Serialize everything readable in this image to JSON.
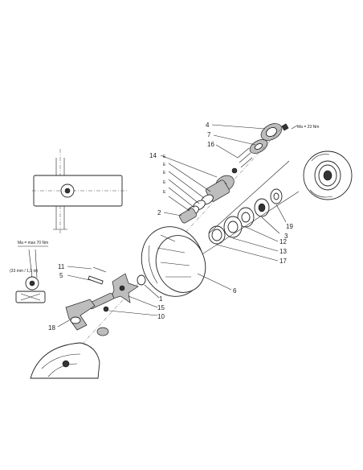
{
  "parts": [
    {
      "id": "p4",
      "label": "4"
    },
    {
      "id": "p7",
      "label": "7"
    },
    {
      "id": "p16",
      "label": "16"
    },
    {
      "id": "p14",
      "label": "14"
    },
    {
      "id": "p2",
      "label": "2"
    },
    {
      "id": "p19",
      "label": "19"
    },
    {
      "id": "p3",
      "label": "3"
    },
    {
      "id": "p12",
      "label": "12"
    },
    {
      "id": "p13",
      "label": "13"
    },
    {
      "id": "p17",
      "label": "17"
    },
    {
      "id": "p6",
      "label": "6"
    },
    {
      "id": "p11",
      "label": "11"
    },
    {
      "id": "p5",
      "label": "5"
    },
    {
      "id": "p1",
      "label": "1"
    },
    {
      "id": "p15",
      "label": "15"
    },
    {
      "id": "p10",
      "label": "10"
    },
    {
      "id": "p18",
      "label": "18"
    }
  ],
  "e_labels": [
    "E",
    "E",
    "E",
    "E",
    "E"
  ],
  "torque_top": "Ma = 23 Nm",
  "torque_left": "Ma = max 70 Nm",
  "dimension": "(33 mm / 1,3 in)"
}
